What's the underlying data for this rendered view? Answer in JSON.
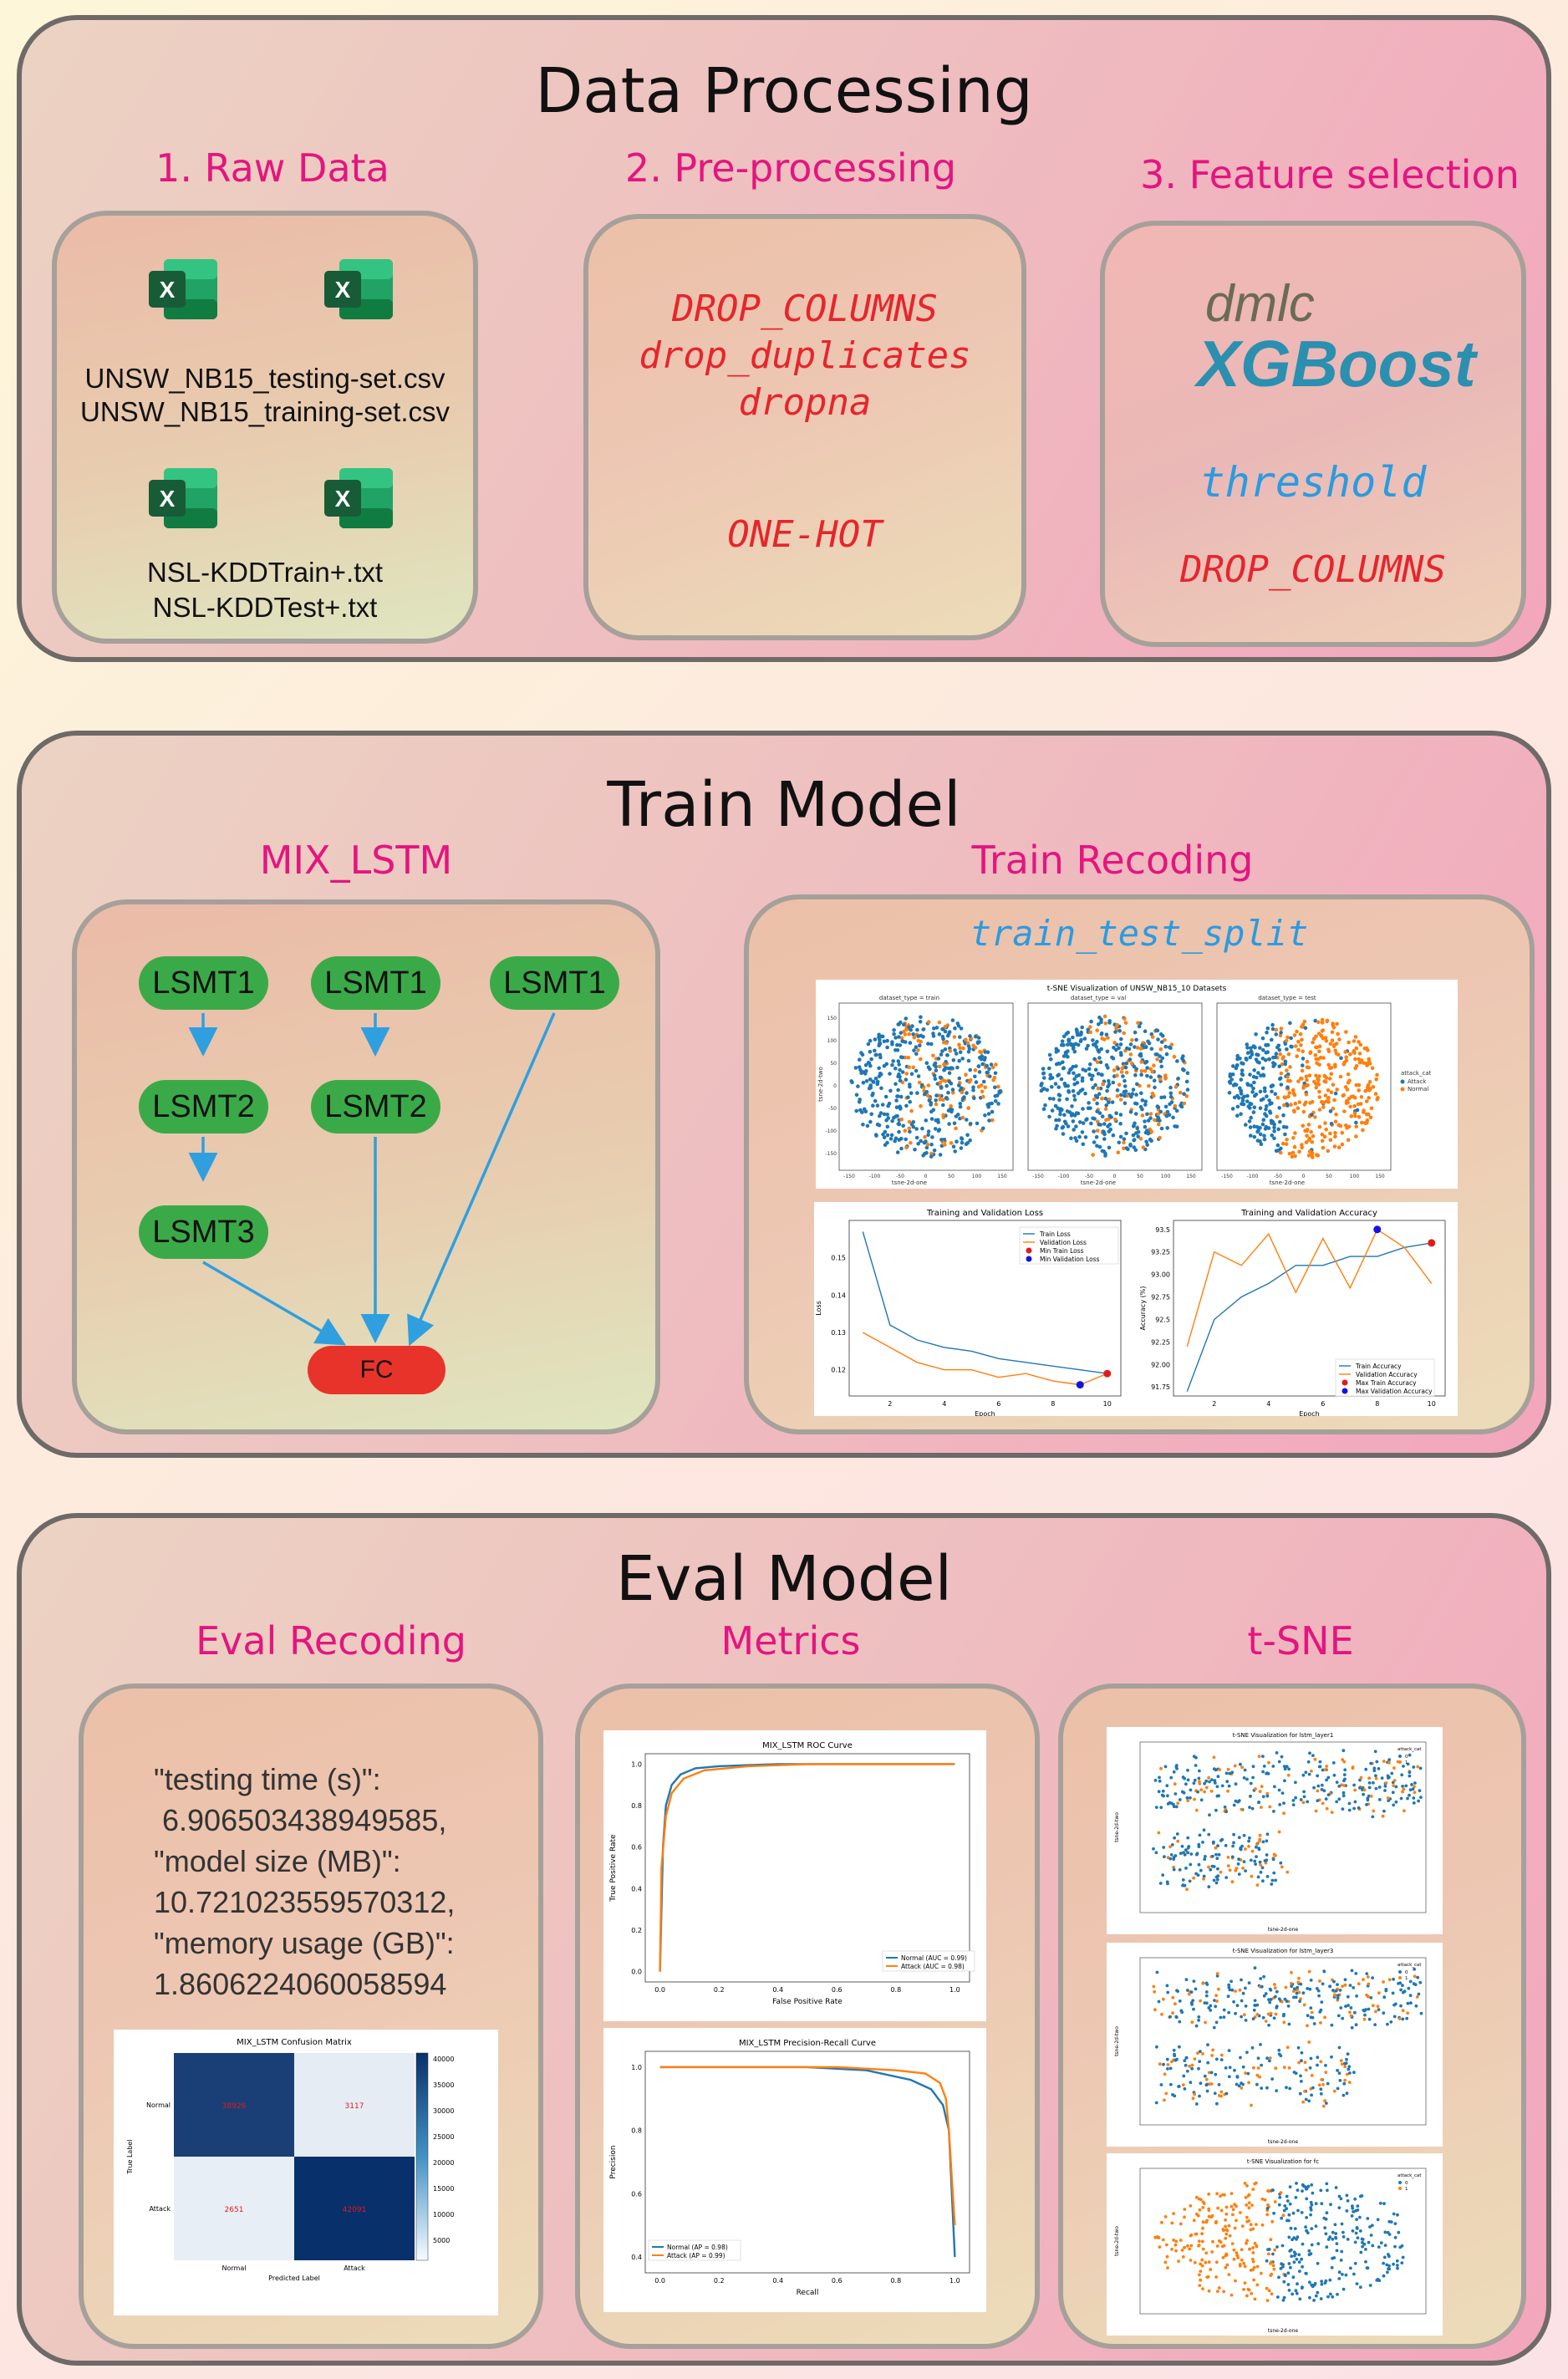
{
  "sections": {
    "data_processing": {
      "title": "Data Processing",
      "raw_data": {
        "title": "1.   Raw Data",
        "files": [
          "UNSW_NB15_testing-set.csv",
          "UNSW_NB15_training-set.csv",
          "NSL-KDDTrain+.txt",
          "NSL-KDDTest+.txt"
        ],
        "excel_icon_letter": "X"
      },
      "preprocessing": {
        "title": "2. Pre-processing",
        "steps": [
          "DROP_COLUMNS",
          "drop_duplicates",
          "dropna",
          "ONE-HOT"
        ]
      },
      "feature_selection": {
        "title": "3. Feature selection",
        "logo_top": "dmlc",
        "logo_bottom": "XGBoost",
        "threshold": "threshold",
        "drop": "DROP_COLUMNS"
      }
    },
    "train_model": {
      "title": "Train Model",
      "mix_lstm": {
        "title": "MIX_LSTM",
        "nodes": {
          "a1": "LSMT1",
          "b1": "LSMT1",
          "c1": "LSMT1",
          "a2": "LSMT2",
          "b2": "LSMT2",
          "a3": "LSMT3",
          "fc": "FC"
        }
      },
      "train_recoding": {
        "title": "Train Recoding",
        "split": "train_test_split",
        "tsne": {
          "title": "t-SNE Visualization of UNSW_NB15_10 Datasets",
          "panels": [
            "dataset_type = train",
            "dataset_type = val",
            "dataset_type = test"
          ],
          "xlabel": "tsne-2d-one",
          "ylabel": "tsne-2d-two",
          "legend_title": "attack_cat",
          "legend": [
            "Attack",
            "Normal"
          ],
          "xticks": [
            "-150",
            "-100",
            "-50",
            "0",
            "50",
            "100",
            "150"
          ],
          "yticks": [
            "150",
            "100",
            "50",
            "0",
            "-50",
            "-100",
            "-150"
          ]
        },
        "loss_chart": {
          "title": "Training and Validation Loss",
          "xlabel": "Epoch",
          "ylabel": "Loss",
          "legend": [
            "Train Loss",
            "Validation Loss",
            "Min Train Loss",
            "Min Validation Loss"
          ]
        },
        "acc_chart": {
          "title": "Training and Validation Accuracy",
          "xlabel": "Epoch",
          "ylabel": "Accuracy (%)",
          "legend": [
            "Train Accuracy",
            "Validation Accuracy",
            "Max Train Accuracy",
            "Max Validation Accuracy"
          ]
        }
      }
    },
    "eval_model": {
      "title": "Eval Model",
      "eval_recoding": {
        "title": "Eval Recoding",
        "lines": [
          "\"testing time (s)\":",
          " 6.906503438949585,",
          "\"model size (MB)\":",
          "10.721023559570312,",
          "\"memory usage (GB)\":",
          "1.8606224060058594"
        ],
        "confusion": {
          "title": "MIX_LSTM Confusion Matrix",
          "xlabel": "Predicted Label",
          "ylabel": "True Label",
          "classes": [
            "Normal",
            "Attack"
          ],
          "cells": [
            "38926",
            "3117",
            "2651",
            "42091"
          ],
          "colorbar_ticks": [
            "40000",
            "35000",
            "30000",
            "25000",
            "20000",
            "15000",
            "10000",
            "5000"
          ]
        }
      },
      "metrics": {
        "title": "Metrics",
        "roc": {
          "title": "MIX_LSTM ROC Curve",
          "xlabel": "False Positive Rate",
          "ylabel": "True Positive Rate",
          "legend": [
            "Normal (AUC = 0.99)",
            "Attack (AUC = 0.98)"
          ],
          "ticks": [
            "0.0",
            "0.2",
            "0.4",
            "0.6",
            "0.8",
            "1.0"
          ]
        },
        "pr": {
          "title": "MIX_LSTM Precision-Recall Curve",
          "xlabel": "Recall",
          "ylabel": "Precision",
          "legend": [
            "Normal (AP = 0.98)",
            "Attack (AP = 0.99)"
          ],
          "ticks": [
            "0.0",
            "0.2",
            "0.4",
            "0.6",
            "0.8",
            "1.0"
          ]
        }
      },
      "tsne": {
        "title": "t-SNE",
        "plots": [
          {
            "title": "t-SNE Visualization for lstm_layer1",
            "legend_title": "attack_cat",
            "legend": [
              "0",
              "1"
            ],
            "xlabel": "tsne-2d-one",
            "ylabel": "tsne-2d-two"
          },
          {
            "title": "t-SNE Visualization for lstm_layer3",
            "legend_title": "attack_cat",
            "legend": [
              "0",
              "1"
            ],
            "xlabel": "tsne-2d-one",
            "ylabel": "tsne-2d-two"
          },
          {
            "title": "t-SNE Visualization for fc",
            "legend_title": "attack_cat",
            "legend": [
              "0",
              "1"
            ],
            "xlabel": "tsne-2d-one",
            "ylabel": "tsne-2d-two"
          }
        ]
      }
    }
  },
  "chart_data": [
    {
      "type": "line",
      "title": "Training and Validation Loss",
      "xlabel": "Epoch",
      "ylabel": "Loss",
      "x": [
        1,
        2,
        3,
        4,
        5,
        6,
        7,
        8,
        9,
        10
      ],
      "series": [
        {
          "name": "Train Loss",
          "color": "#1f77b4",
          "values": [
            0.157,
            0.132,
            0.128,
            0.126,
            0.125,
            0.123,
            0.122,
            0.121,
            0.12,
            0.119
          ]
        },
        {
          "name": "Validation Loss",
          "color": "#ff7f0e",
          "values": [
            0.13,
            0.126,
            0.122,
            0.12,
            0.12,
            0.118,
            0.119,
            0.117,
            0.116,
            0.119
          ]
        }
      ],
      "markers": [
        {
          "name": "Min Train Loss",
          "x": 10,
          "y": 0.119,
          "color": "#e31a1c"
        },
        {
          "name": "Min Validation Loss",
          "x": 9,
          "y": 0.116,
          "color": "#1212e6"
        }
      ],
      "xlim": [
        0.5,
        10.5
      ],
      "ylim": [
        0.113,
        0.16
      ],
      "xticks": [
        2,
        4,
        6,
        8,
        10
      ],
      "yticks": [
        0.12,
        0.13,
        0.14,
        0.15
      ]
    },
    {
      "type": "line",
      "title": "Training and Validation Accuracy",
      "xlabel": "Epoch",
      "ylabel": "Accuracy (%)",
      "x": [
        1,
        2,
        3,
        4,
        5,
        6,
        7,
        8,
        9,
        10
      ],
      "series": [
        {
          "name": "Train Accuracy",
          "color": "#1f77b4",
          "values": [
            91.7,
            92.5,
            92.75,
            92.9,
            93.1,
            93.1,
            93.2,
            93.2,
            93.3,
            93.35
          ]
        },
        {
          "name": "Validation Accuracy",
          "color": "#ff7f0e",
          "values": [
            92.2,
            93.25,
            93.1,
            93.45,
            92.8,
            93.4,
            92.85,
            93.5,
            93.3,
            92.9
          ]
        }
      ],
      "markers": [
        {
          "name": "Max Train Accuracy",
          "x": 10,
          "y": 93.35,
          "color": "#e31a1c"
        },
        {
          "name": "Max Validation Accuracy",
          "x": 8,
          "y": 93.5,
          "color": "#1212e6"
        }
      ],
      "xlim": [
        0.5,
        10.5
      ],
      "ylim": [
        91.65,
        93.6
      ],
      "xticks": [
        2,
        4,
        6,
        8,
        10
      ],
      "yticks": [
        91.75,
        92.0,
        92.25,
        92.5,
        92.75,
        93.0,
        93.25,
        93.5
      ]
    },
    {
      "type": "line",
      "title": "MIX_LSTM ROC Curve",
      "xlabel": "False Positive Rate",
      "ylabel": "True Positive Rate",
      "series": [
        {
          "name": "Normal (AUC = 0.99)",
          "color": "#1f77b4",
          "points": [
            [
              0,
              0
            ],
            [
              0.01,
              0.6
            ],
            [
              0.02,
              0.8
            ],
            [
              0.04,
              0.9
            ],
            [
              0.07,
              0.95
            ],
            [
              0.12,
              0.98
            ],
            [
              0.2,
              0.99
            ],
            [
              0.4,
              1.0
            ],
            [
              1.0,
              1.0
            ]
          ]
        },
        {
          "name": "Attack (AUC = 0.98)",
          "color": "#ff7f0e",
          "points": [
            [
              0,
              0
            ],
            [
              0.005,
              0.5
            ],
            [
              0.02,
              0.75
            ],
            [
              0.04,
              0.86
            ],
            [
              0.08,
              0.93
            ],
            [
              0.15,
              0.97
            ],
            [
              0.3,
              0.99
            ],
            [
              0.5,
              1.0
            ],
            [
              1.0,
              1.0
            ]
          ]
        }
      ],
      "xlim": [
        -0.05,
        1.05
      ],
      "ylim": [
        -0.05,
        1.05
      ]
    },
    {
      "type": "line",
      "title": "MIX_LSTM Precision-Recall Curve",
      "xlabel": "Recall",
      "ylabel": "Precision",
      "series": [
        {
          "name": "Normal (AP = 0.98)",
          "color": "#1f77b4",
          "points": [
            [
              0,
              1.0
            ],
            [
              0.5,
              1.0
            ],
            [
              0.7,
              0.99
            ],
            [
              0.85,
              0.96
            ],
            [
              0.92,
              0.93
            ],
            [
              0.96,
              0.88
            ],
            [
              0.98,
              0.8
            ],
            [
              0.99,
              0.6
            ],
            [
              1.0,
              0.4
            ]
          ]
        },
        {
          "name": "Attack (AP = 0.99)",
          "color": "#ff7f0e",
          "points": [
            [
              0,
              1.0
            ],
            [
              0.6,
              1.0
            ],
            [
              0.8,
              0.99
            ],
            [
              0.9,
              0.98
            ],
            [
              0.95,
              0.95
            ],
            [
              0.97,
              0.9
            ],
            [
              0.98,
              0.8
            ],
            [
              0.99,
              0.65
            ],
            [
              1.0,
              0.5
            ]
          ]
        }
      ],
      "xlim": [
        -0.05,
        1.05
      ],
      "ylim": [
        0.35,
        1.05
      ]
    },
    {
      "type": "heatmap",
      "title": "MIX_LSTM Confusion Matrix",
      "xlabel": "Predicted Label",
      "ylabel": "True Label",
      "categories": [
        "Normal",
        "Attack"
      ],
      "values": [
        [
          38926,
          3117
        ],
        [
          2651,
          42091
        ]
      ]
    }
  ]
}
